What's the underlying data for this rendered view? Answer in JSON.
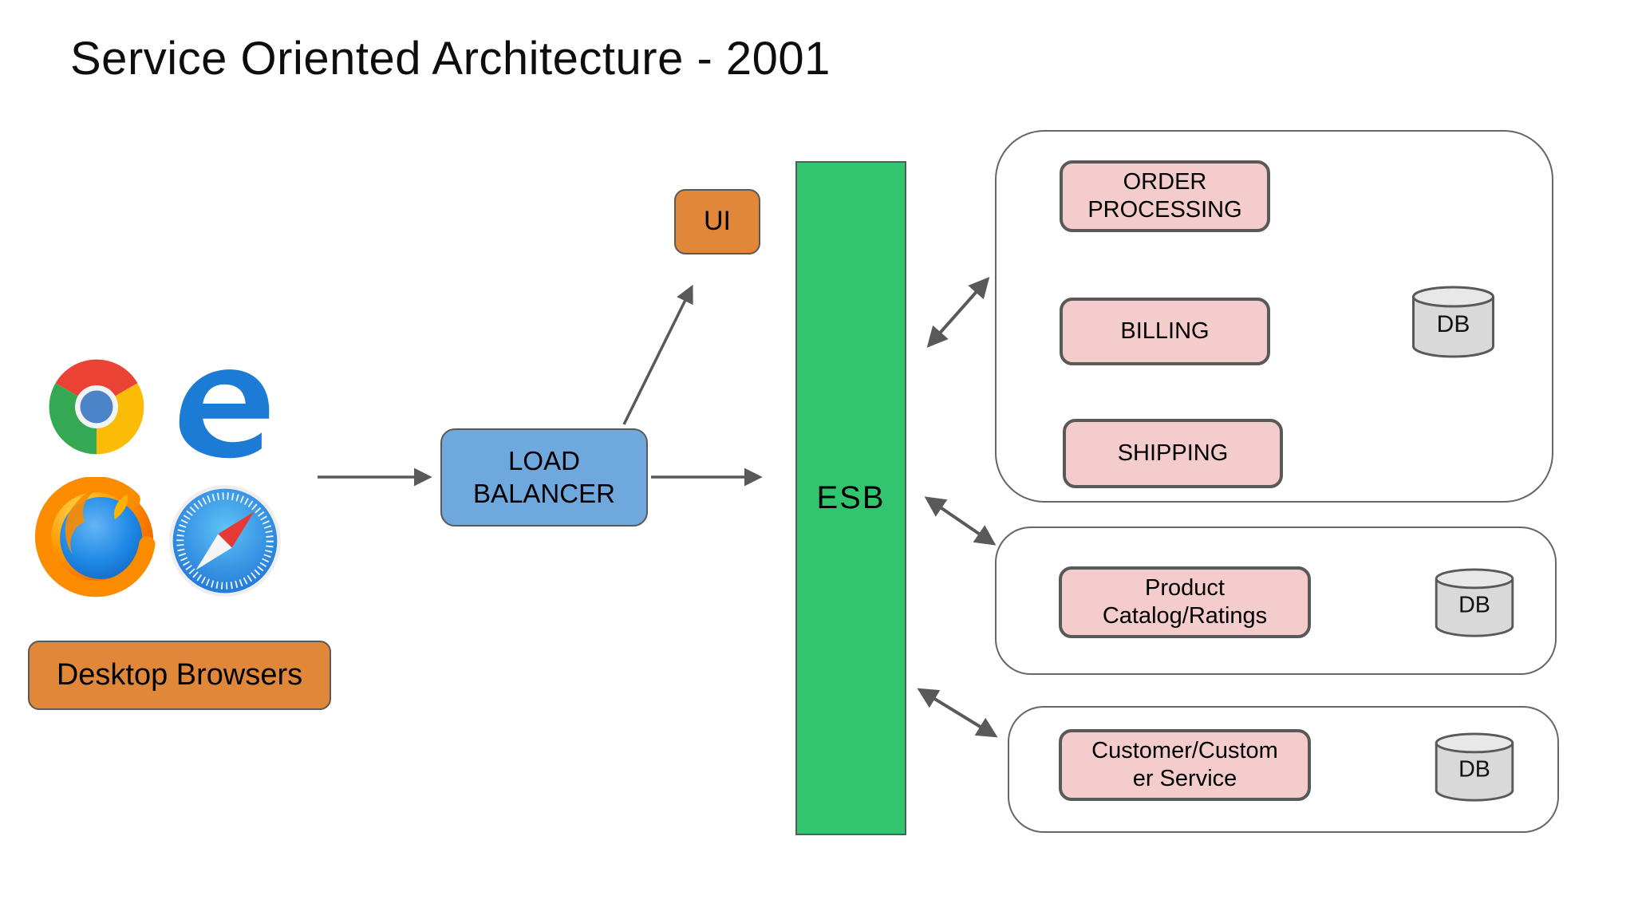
{
  "title": "Service Oriented Architecture - 2001",
  "browsers": {
    "label": "Desktop Browsers",
    "icons": [
      {
        "name": "chrome-icon"
      },
      {
        "name": "edge-icon"
      },
      {
        "name": "firefox-icon"
      },
      {
        "name": "safari-icon"
      }
    ]
  },
  "load_balancer": {
    "label": [
      "LOAD",
      "BALANCER"
    ]
  },
  "ui": {
    "label": "UI"
  },
  "esb": {
    "label": "ESB"
  },
  "groups": [
    {
      "services": [
        {
          "label": [
            "ORDER",
            "PROCESSING"
          ]
        },
        {
          "label": [
            "BILLING"
          ]
        },
        {
          "label": [
            "SHIPPING"
          ]
        }
      ],
      "db_label": "DB"
    },
    {
      "services": [
        {
          "label": [
            "Product",
            "Catalog/Ratings"
          ]
        }
      ],
      "db_label": "DB"
    },
    {
      "services": [
        {
          "label": [
            "Customer/Custom",
            "er Service"
          ]
        }
      ],
      "db_label": "DB"
    }
  ],
  "colors": {
    "orange": "#e0873a",
    "blue": "#6fa8dc",
    "green": "#33c470",
    "pink": "#f4cccc",
    "db_gray": "#d9d9d9",
    "border_gray": "#595959"
  }
}
